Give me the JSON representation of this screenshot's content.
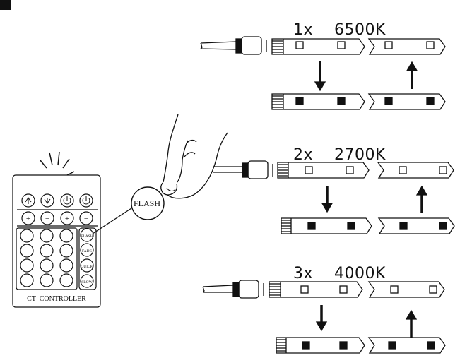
{
  "modes": [
    {
      "count": "1x",
      "temperature": "6500K"
    },
    {
      "count": "2x",
      "temperature": "2700K"
    },
    {
      "count": "3x",
      "temperature": "4000K"
    }
  ],
  "remote": {
    "caption": "CT  CONTROLLER",
    "side_buttons": [
      "FLASH",
      "FADE",
      "QUICK",
      "SLOW"
    ],
    "plus_minus": [
      "+",
      "−",
      "+",
      "−"
    ]
  },
  "callout": {
    "label": "FLASH"
  },
  "colors": {
    "ink": "#111111",
    "paper": "#ffffff"
  }
}
